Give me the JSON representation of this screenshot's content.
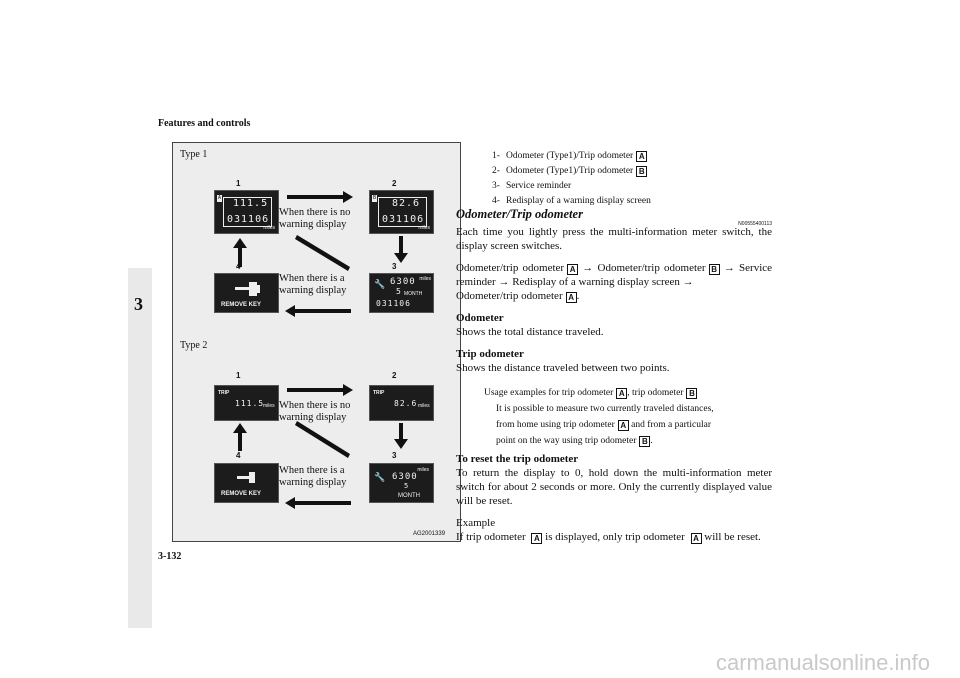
{
  "header": {
    "title": "Features and controls",
    "chapter": "3",
    "page_number": "3-132"
  },
  "figure": {
    "type1_label": "Type 1",
    "type2_label": "Type 2",
    "code": "AG2001339",
    "nums": [
      "1",
      "2",
      "3",
      "4"
    ],
    "cond_no_warning": [
      "When there is no",
      "warning display"
    ],
    "cond_warning": [
      "When there is a",
      "warning display"
    ],
    "t1": {
      "d1_top": "111.5",
      "d1_bot": "031106",
      "d1_unit": "miles",
      "d2_top": "82.6",
      "d2_bot": "031106",
      "d2_unit": "miles",
      "d3_top": "6300",
      "d3_mid": "5",
      "d3_month": "MONTH",
      "d3_bot": "031106",
      "d3_unit": "miles",
      "d4_text": "REMOVE KEY"
    },
    "t2": {
      "d1_tag": "TRIP",
      "d1_val": "111.5",
      "d1_unit": "miles",
      "d2_tag": "TRIP",
      "d2_val": "82.6",
      "d2_unit": "miles",
      "d3_unit": "miles",
      "d3_top": "6300",
      "d3_mid": "5",
      "d3_month": "MONTH",
      "d4_text": "REMOVE KEY"
    }
  },
  "legend": [
    {
      "n": "1-",
      "text": "Odometer (Type1)/Trip odometer",
      "box": "A"
    },
    {
      "n": "2-",
      "text": "Odometer (Type1)/Trip odometer",
      "box": "B"
    },
    {
      "n": "3-",
      "text": "Service reminder",
      "box": ""
    },
    {
      "n": "4-",
      "text": "Redisplay of a warning display screen",
      "box": ""
    }
  ],
  "section": {
    "title": "Odometer/Trip odometer",
    "code": "N00555400113",
    "p1": "Each time you lightly press the multi-information meter switch, the display screen switches.",
    "seq1": "Odometer/trip odometer",
    "seq2": "→ Odometer/trip odometer",
    "seq3": "→",
    "seq4": "Service reminder → Redisplay of a warning display screen →",
    "seq5": "Odometer/trip odometer",
    "seq_end": ".",
    "odo_head": "Odometer",
    "odo_body": "Shows the total distance traveled.",
    "trip_head": "Trip odometer",
    "trip_body": "Shows the distance traveled between two points.",
    "usage_head_a": "Usage examples for trip odometer",
    "usage_head_b": ", trip odometer",
    "usage_l1": "It is possible to measure two currently traveled distances,",
    "usage_l2a": "from home using trip odometer",
    "usage_l2b": "and from a particular",
    "usage_l3a": "point on the way using trip odometer",
    "usage_l3b": ".",
    "reset_head": "To reset the trip odometer",
    "reset_body": "To return the display to 0, hold down the multi-information meter switch for about 2 seconds or more. Only the currently displayed value will be reset.",
    "example_head": "Example",
    "example_a": "If trip odometer",
    "example_b": "is displayed, only trip odometer",
    "example_c": "will be reset.",
    "boxA": "A",
    "boxB": "B"
  },
  "watermark": "carmanualsonline.info"
}
